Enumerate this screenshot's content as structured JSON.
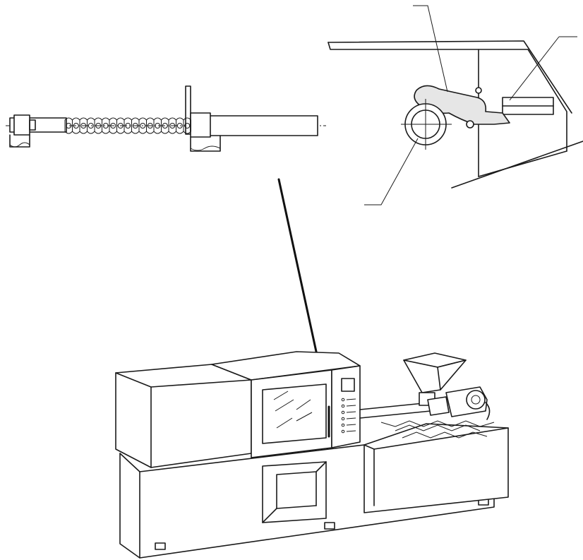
{
  "diagram": {
    "components": [
      {
        "id": "screw",
        "icon": "screw-assembly-icon"
      },
      {
        "id": "gear-detail",
        "icon": "gear-mechanism-icon"
      },
      {
        "id": "machine",
        "icon": "injection-molding-machine-icon"
      }
    ],
    "connectors": [
      {
        "from": "screw",
        "to": "machine",
        "style": "arrow"
      }
    ],
    "callout_labels": [
      "",
      "",
      ""
    ]
  },
  "colors": {
    "line": "#1a1a1a",
    "background": "#ffffff"
  }
}
